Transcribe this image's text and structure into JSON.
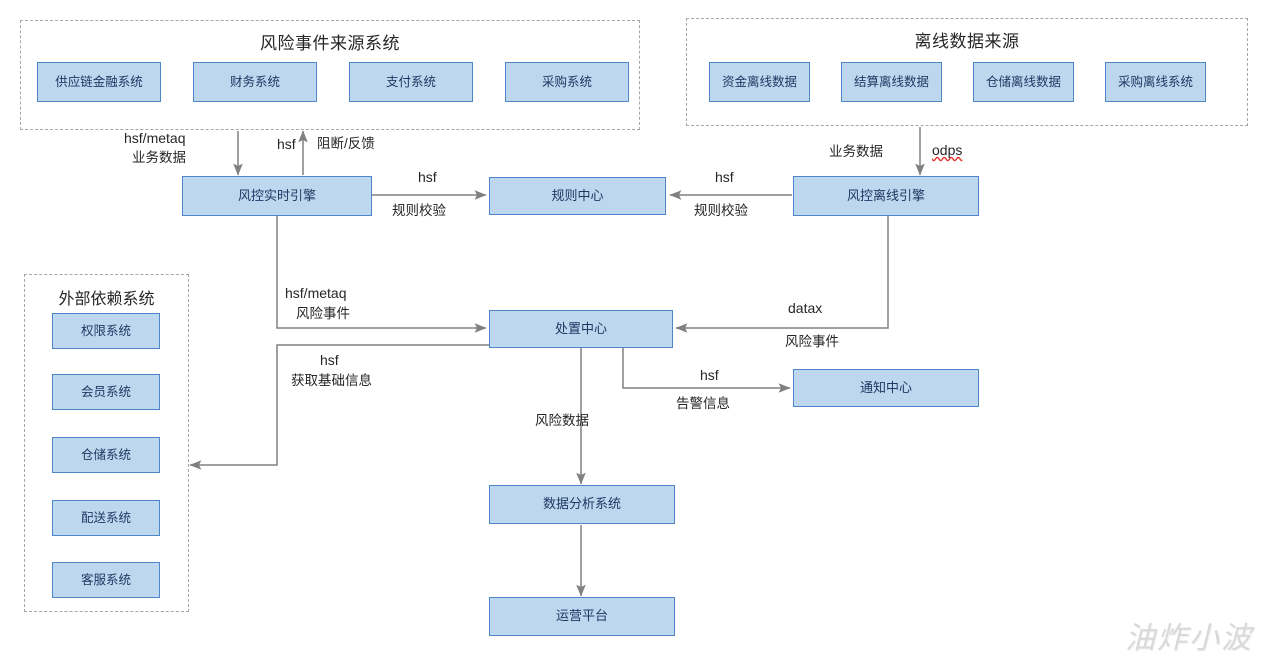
{
  "groups": {
    "risk_source": {
      "title": "风险事件来源系统",
      "items": [
        {
          "label": "供应链金融系统"
        },
        {
          "label": "财务系统"
        },
        {
          "label": "支付系统"
        },
        {
          "label": "采购系统"
        }
      ]
    },
    "offline_source": {
      "title": "离线数据来源",
      "items": [
        {
          "label": "资金离线数据"
        },
        {
          "label": "结算离线数据"
        },
        {
          "label": "仓储离线数据"
        },
        {
          "label": "采购离线系统"
        }
      ]
    },
    "external_dep": {
      "title": "外部依赖系统",
      "items": [
        {
          "label": "权限系统"
        },
        {
          "label": "会员系统"
        },
        {
          "label": "仓储系统"
        },
        {
          "label": "配送系统"
        },
        {
          "label": "客服系统"
        }
      ]
    }
  },
  "nodes": {
    "realtime_engine": "风控实时引擎",
    "rule_center": "规则中心",
    "offline_engine": "风控离线引擎",
    "disposal_center": "处置中心",
    "notify_center": "通知中心",
    "data_analysis": "数据分析系统",
    "ops_platform": "运营平台"
  },
  "edges": {
    "source_to_realtime_proto": "hsf/metaq",
    "source_to_realtime_kind": "业务数据",
    "realtime_to_source_proto": "hsf",
    "realtime_to_source_kind": "阻断/反馈",
    "realtime_to_rule_proto": "hsf",
    "realtime_to_rule_kind": "规则校验",
    "offline_to_rule_proto": "hsf",
    "offline_to_rule_kind": "规则校验",
    "offlinesrc_to_offline_kind": "业务数据",
    "offlinesrc_to_offline_proto": "odps",
    "realtime_to_disposal_proto": "hsf/metaq",
    "realtime_to_disposal_kind": "风险事件",
    "offline_to_disposal_proto": "datax",
    "offline_to_disposal_kind": "风险事件",
    "disposal_to_external_proto": "hsf",
    "disposal_to_external_kind": "获取基础信息",
    "disposal_to_notify_proto": "hsf",
    "disposal_to_notify_kind": "告警信息",
    "disposal_to_analysis_kind": "风险数据"
  },
  "watermark": "油炸小波",
  "colors": {
    "node_fill": "#bdd7ee",
    "node_border": "#4f86c6",
    "node_text": "#1f3864",
    "group_border": "#a6a6a6",
    "edge_line": "#808080",
    "label_text": "#262626",
    "spellcheck_underline": "#e8342a"
  }
}
